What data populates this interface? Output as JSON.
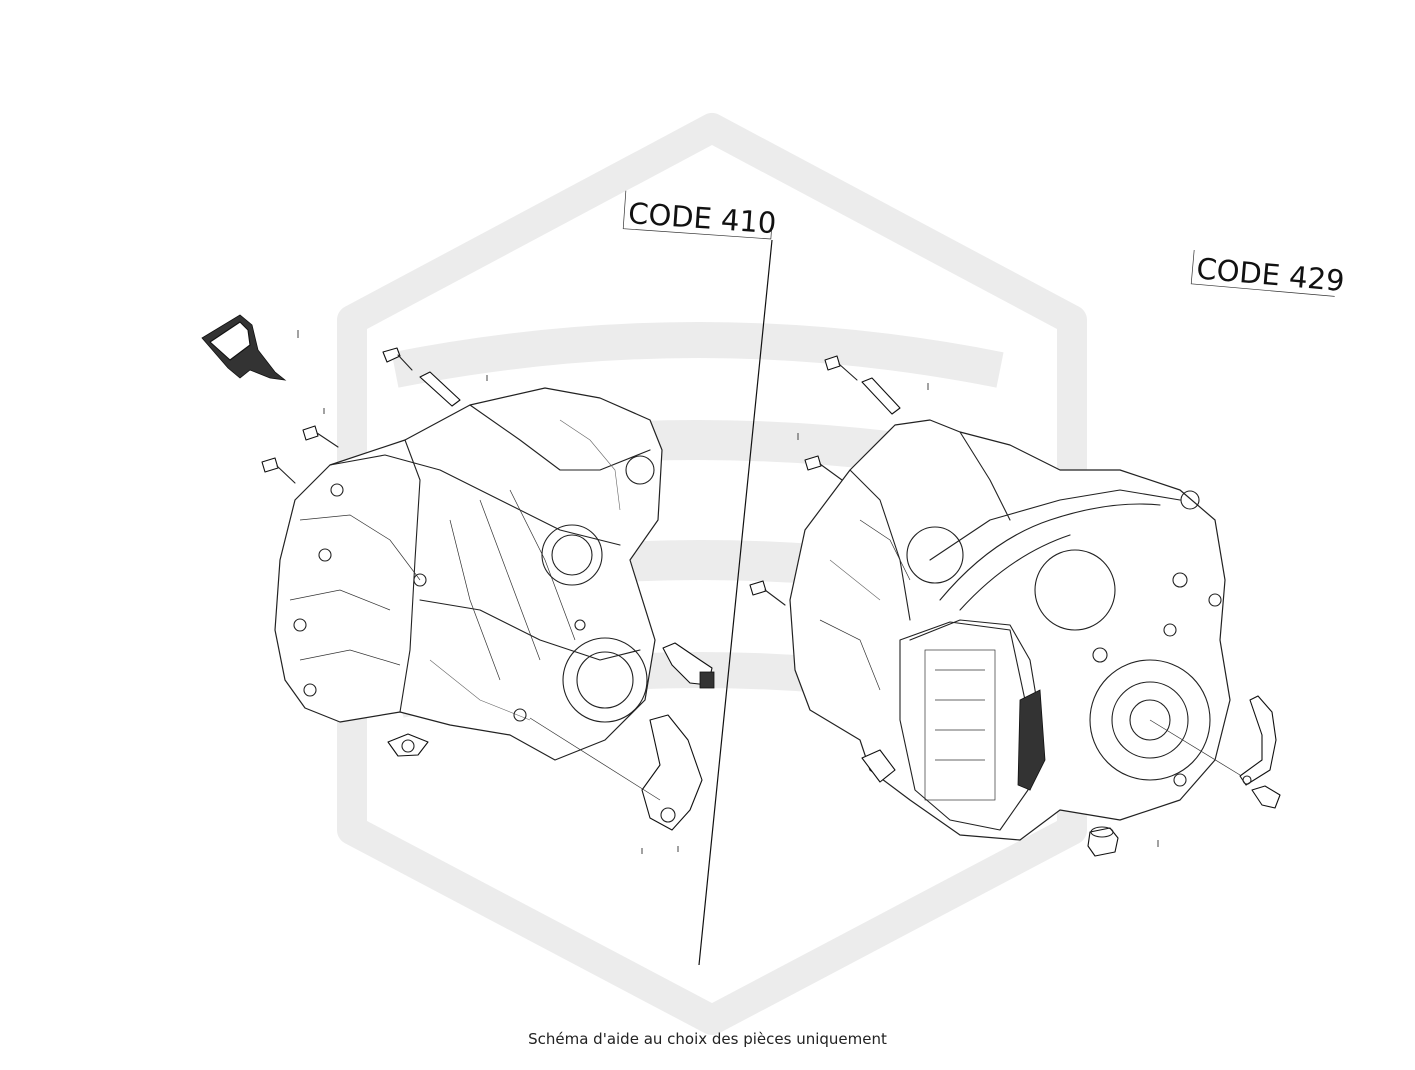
{
  "labels": {
    "left_code": "CODE 410",
    "right_code": "CODE 429"
  },
  "caption": "Schéma d'aide au choix des pièces uniquement",
  "colors": {
    "watermark": "#ececec",
    "line": "#222222",
    "background": "#ffffff"
  },
  "icons": {
    "watermark": "brand-logo-watermark",
    "left_assembly": "gearbox-code-410-icon",
    "right_assembly": "gearbox-code-429-icon"
  }
}
